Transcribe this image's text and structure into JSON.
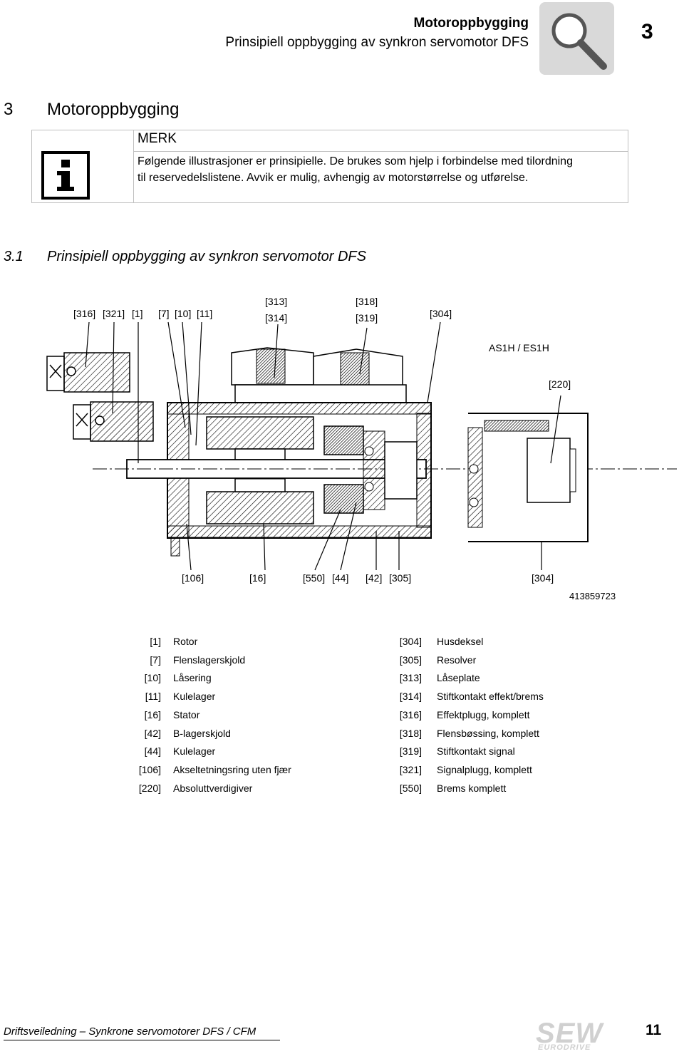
{
  "header": {
    "title": "Motoroppbygging",
    "subtitle": "Prinsipiell oppbygging av synkron servomotor DFS",
    "chapter_number": "3",
    "icon": "magnifier-icon"
  },
  "section": {
    "number": "3",
    "title": "Motoroppbygging"
  },
  "note": {
    "icon": "info-icon",
    "heading": "MERK",
    "line1": "Følgende illustrasjoner er prinsipielle. De brukes som hjelp i forbindelse med tilordning",
    "line2": "til reservedelslistene. Avvik er mulig, avhengig av motorstørrelse og utførelse."
  },
  "subsection": {
    "number": "3.1",
    "title": "Prinsipiell oppbygging av synkron servomotor DFS"
  },
  "figure": {
    "top_callouts": [
      "[316]",
      "[321]",
      "[1]",
      "[7]",
      "[10]",
      "[11]",
      "[313]",
      "[314]",
      "[318]",
      "[319]",
      "[304]"
    ],
    "right_labels": [
      "AS1H / ES1H",
      "[220]"
    ],
    "bottom_callouts": [
      "[106]",
      "[16]",
      "[550]",
      "[44]",
      "[42]",
      "[305]",
      "[304]"
    ],
    "figure_id": "413859723"
  },
  "legend": {
    "left": [
      {
        "code": "[1]",
        "name": "Rotor"
      },
      {
        "code": "[7]",
        "name": "Flenslagerskjold"
      },
      {
        "code": "[10]",
        "name": "Låsering"
      },
      {
        "code": "[11]",
        "name": "Kulelager"
      },
      {
        "code": "[16]",
        "name": "Stator"
      },
      {
        "code": "[42]",
        "name": "B-lagerskjold"
      },
      {
        "code": "[44]",
        "name": "Kulelager"
      },
      {
        "code": "[106]",
        "name": "Akseltetningsring uten fjær"
      },
      {
        "code": "[220]",
        "name": "Absoluttverdigiver"
      }
    ],
    "right": [
      {
        "code": "[304]",
        "name": "Husdeksel"
      },
      {
        "code": "[305]",
        "name": "Resolver"
      },
      {
        "code": "[313]",
        "name": "Låseplate"
      },
      {
        "code": "[314]",
        "name": "Stiftkontakt effekt/brems"
      },
      {
        "code": "[316]",
        "name": "Effektplugg, komplett"
      },
      {
        "code": "[318]",
        "name": "Flensbøssing, komplett"
      },
      {
        "code": "[319]",
        "name": "Stiftkontakt signal"
      },
      {
        "code": "[321]",
        "name": "Signalplugg, komplett"
      },
      {
        "code": "[550]",
        "name": "Brems komplett"
      }
    ]
  },
  "footer": {
    "document": "Driftsveiledning – Synkrone servomotorer DFS / CFM",
    "logo_main": "SEW",
    "logo_sub": "EURODRIVE",
    "page_number": "11"
  }
}
